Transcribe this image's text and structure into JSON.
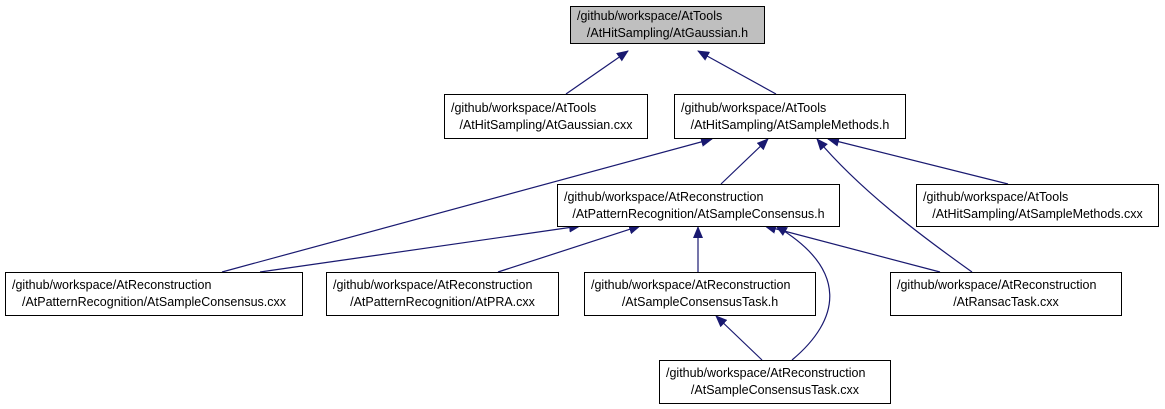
{
  "graph": {
    "edge_color": "#191970",
    "root_fill": "#bfbfbf",
    "nodes": {
      "gaussian_h": {
        "line1": "/github/workspace/AtTools",
        "line2": "/AtHitSampling/AtGaussian.h"
      },
      "gaussian_cxx": {
        "line1": "/github/workspace/AtTools",
        "line2": "/AtHitSampling/AtGaussian.cxx"
      },
      "samplemethods_h": {
        "line1": "/github/workspace/AtTools",
        "line2": "/AtHitSampling/AtSampleMethods.h"
      },
      "sampleconsensus_h": {
        "line1": "/github/workspace/AtReconstruction",
        "line2": "/AtPatternRecognition/AtSampleConsensus.h"
      },
      "samplemethods_cxx": {
        "line1": "/github/workspace/AtTools",
        "line2": "/AtHitSampling/AtSampleMethods.cxx"
      },
      "sampleconsensus_cxx": {
        "line1": "/github/workspace/AtReconstruction",
        "line2": "/AtPatternRecognition/AtSampleConsensus.cxx"
      },
      "atpra_cxx": {
        "line1": "/github/workspace/AtReconstruction",
        "line2": "/AtPatternRecognition/AtPRA.cxx"
      },
      "sctask_h": {
        "line1": "/github/workspace/AtReconstruction",
        "line2": "/AtSampleConsensusTask.h"
      },
      "ransac_cxx": {
        "line1": "/github/workspace/AtReconstruction",
        "line2": "/AtRansacTask.cxx"
      },
      "sctask_cxx": {
        "line1": "/github/workspace/AtReconstruction",
        "line2": "/AtSampleConsensusTask.cxx"
      }
    }
  }
}
